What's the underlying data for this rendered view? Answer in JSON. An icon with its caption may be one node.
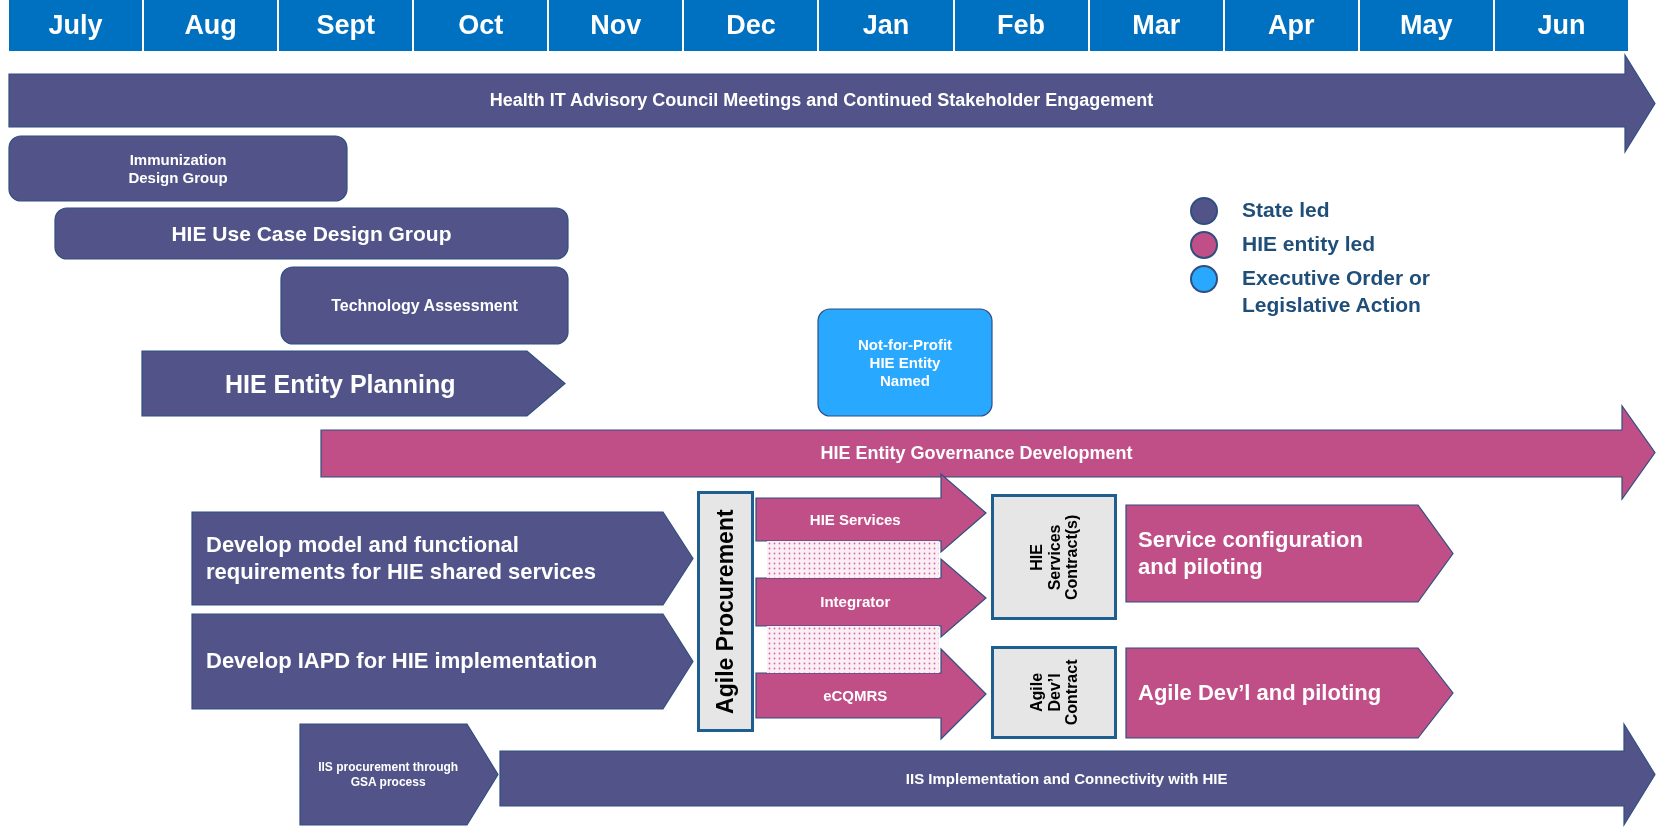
{
  "diagram": {
    "nodes": [
      {
        "text": [
          "Health IT Advisory Council Meetings and Continued Stakeholder Engagement"
        ]
      },
      {
        "text": [
          "Immunization Design Group"
        ]
      },
      {
        "text": [
          "HIE Use Case Design Group"
        ]
      },
      {
        "text": [
          "Technology Assessment"
        ]
      },
      {
        "text": [
          "HIE Entity Planning"
        ]
      },
      {
        "text": [
          "Not-for-Profit HIE Entity Named"
        ]
      },
      {
        "text": [
          "HIE Entity Governance Development"
        ]
      },
      {
        "text": [
          "Develop model and functional requirements for HIE shared services"
        ]
      },
      {
        "text": [
          "Develop IAPD for HIE implementation"
        ]
      },
      {
        "text": [
          "Agile Procurement"
        ]
      },
      {
        "text": [
          "HIE  Services"
        ]
      },
      {
        "text": [
          "Integrator"
        ]
      },
      {
        "text": [
          "eCQMRS"
        ]
      },
      {
        "text": [
          "HIE Services Contract(s)"
        ]
      },
      {
        "text": [
          "Agile Dev’l Contract"
        ]
      },
      {
        "text": [
          "Service configuration and piloting"
        ]
      },
      {
        "text": [
          "Agile Dev’l and piloting"
        ]
      },
      {
        "text": [
          "IIS procurement through GSA process"
        ]
      },
      {
        "text": [
          "IIS Implementation and Connectivity with HIE"
        ]
      },
      {
        "text": [],
        "shape": "box"
      },
      {
        "text": [],
        "shape": "box"
      }
    ],
    "labels": [
      "July",
      "Aug",
      "Sept",
      "Oct",
      "Nov",
      "Dec",
      "Jan",
      "Feb",
      "Mar",
      "Apr",
      "May",
      "Jun"
    ],
    "legend": [
      {
        "text": "State led",
        "color": "#525489"
      },
      {
        "text": "HIE entity led",
        "color": "#c04f88"
      },
      {
        "text": "Executive Order or Legislative Action",
        "color": "#29a8ff"
      }
    ]
  }
}
